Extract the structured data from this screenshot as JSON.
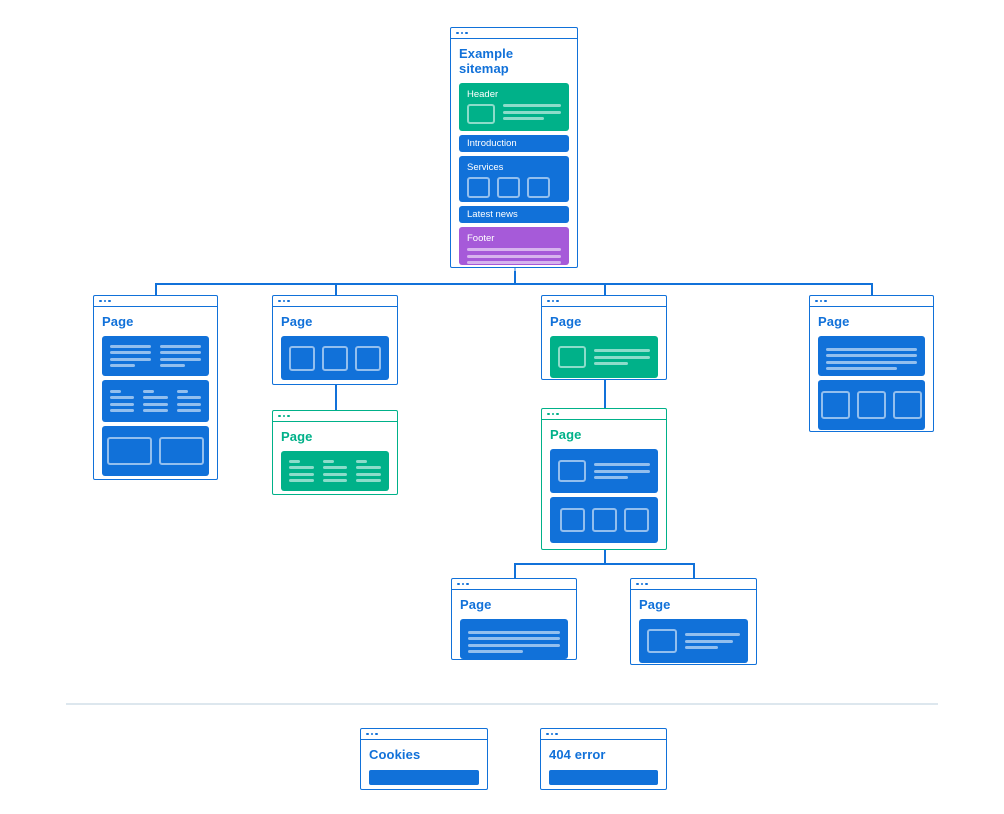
{
  "palette": {
    "blue": "#1171d9",
    "green": "#00b189",
    "purple": "#a65ad9",
    "wireframe_tint": "rgba(255,255,255,0.55)",
    "divider_line": "#dde7ee",
    "canvas_background": "#ffffff"
  },
  "nodes": {
    "root": {
      "title": "Example sitemap",
      "sections": {
        "header": "Header",
        "introduction": "Introduction",
        "services": "Services",
        "latest_news": "Latest news",
        "footer": "Footer"
      }
    },
    "page1": {
      "title": "Page"
    },
    "page2": {
      "title": "Page"
    },
    "page2_child": {
      "title": "Page"
    },
    "page3": {
      "title": "Page"
    },
    "page3_child": {
      "title": "Page"
    },
    "page4": {
      "title": "Page"
    },
    "page5": {
      "title": "Page"
    },
    "page6": {
      "title": "Page"
    },
    "cookies": {
      "title": "Cookies"
    },
    "error404": {
      "title": "404 error"
    }
  }
}
